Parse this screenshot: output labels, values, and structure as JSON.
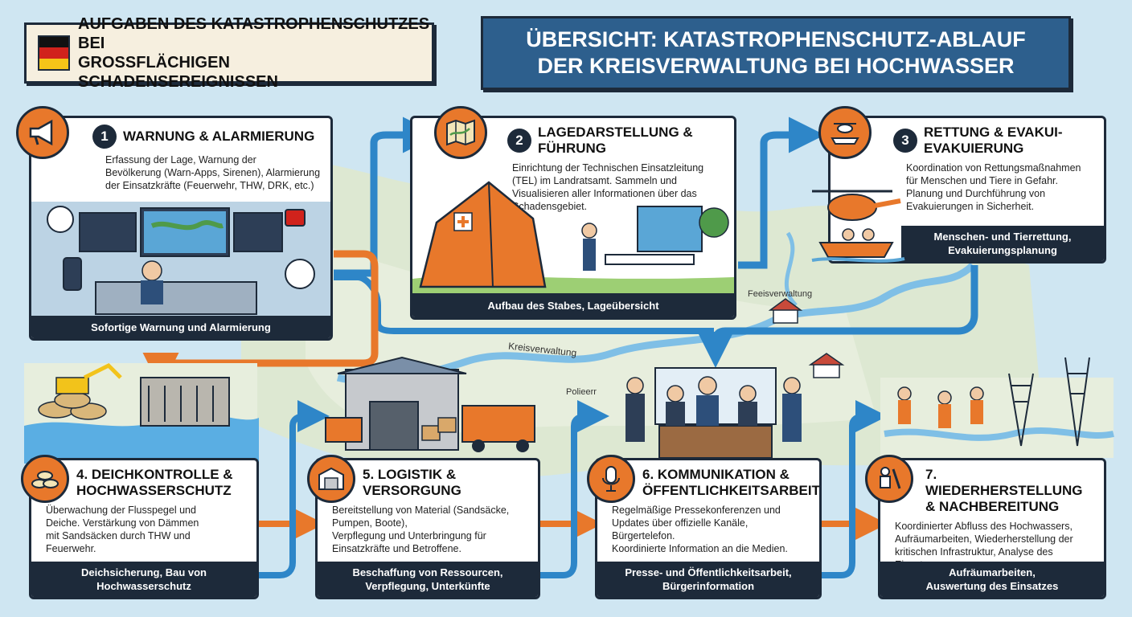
{
  "header_left": {
    "line1": "AUFGABEN DES KATASTROPHENSCHUTZES BEI",
    "line2": "GROSSFLÄCHIGEN SCHADENSEREIGNISSEN"
  },
  "header_right": {
    "line1": "ÜBERSICHT: KATASTROPHENSCHUTZ-ABLAUF",
    "line2": "DER KREISVERWALTUNG BEI HOCHWASSER"
  },
  "colors": {
    "navy": "#1d2a3a",
    "orange": "#e8782b",
    "blue": "#2e86c8",
    "banner_blue": "#2d5f8d"
  },
  "map_labels": {
    "feeisverwaltung": "Feeisverwaltung",
    "kreisverwaltung": "Kreisverwaltung",
    "polieerr": "Polieerr"
  },
  "steps": [
    {
      "num": "1",
      "icon": "megaphone-icon",
      "title_lines": [
        "WARNUNG & ALARMIERUNG"
      ],
      "desc": [
        "Erfassung der Lage, Warnung der",
        "Bevölkerung (Warn-Apps, Sirenen), Alarmierung",
        "der Einsatzkräfte (Feuerwehr, THW, DRK, etc.)"
      ],
      "footer": [
        "Sofortige Warnung und Alarmierung"
      ]
    },
    {
      "num": "2",
      "icon": "map-icon",
      "title_lines": [
        "LAGEDARSTELLUNG &",
        "FÜHRUNG"
      ],
      "desc": [
        "Einrichtung der Technischen Einsatzleitung",
        "(TEL) im Landratsamt. Sammeln und",
        "Visualisieren aller Informationen über das",
        "Schadensgebiet."
      ],
      "footer": [
        "Aufbau des Stabes, Lageübersicht"
      ]
    },
    {
      "num": "3",
      "icon": "rescue-boat-icon",
      "title_lines": [
        "RETTUNG & EVAKUI-",
        "EVAKUIERUNG"
      ],
      "desc": [
        "Koordination von Rettungsmaßnahmen",
        "für Menschen und Tiere in Gefahr.",
        "Planung und Durchführung von",
        "Evakuierungen in Sicherheit."
      ],
      "footer": [
        "Menschen- und Tierrettung,",
        "Evakuierungsplanung"
      ]
    },
    {
      "num": "4",
      "icon": "sandbag-icon",
      "title_lines": [
        "4. DEICHKONTROLLE &",
        "HOCHWASSERSCHUTZ"
      ],
      "desc": [
        "Überwachung der Flusspegel und",
        "Deiche. Verstärkung von Dämmen",
        "mit Sandsäcken durch THW und",
        "Feuerwehr."
      ],
      "footer": [
        "Deichsicherung, Bau von",
        "Hochwasserschutz"
      ]
    },
    {
      "num": "5",
      "icon": "warehouse-icon",
      "title_lines": [
        "5. LOGISTIK &",
        "VERSORGUNG"
      ],
      "desc": [
        "Bereitstellung von Material (Sandsäcke,",
        "Pumpen, Boote),",
        "Verpflegung und Unterbringung für",
        "Einsatzkräfte und Betroffene."
      ],
      "footer": [
        "Beschaffung von Ressourcen,",
        "Verpflegung, Unterkünfte"
      ]
    },
    {
      "num": "6",
      "icon": "microphone-icon",
      "title_lines": [
        "6. KOMMUNIKATION &",
        "ÖFFENTLICHKEITSARBEIT"
      ],
      "desc": [
        "Regelmäßige Pressekonferenzen und",
        "Updates über offizielle Kanäle,",
        "Bürgertelefon.",
        "Koordinierte Information an die Medien."
      ],
      "footer": [
        "Presse- und Öffentlichkeitsarbeit,",
        "Bürgerinformation"
      ]
    },
    {
      "num": "7",
      "icon": "repair-worker-icon",
      "title_lines": [
        "7. WIEDERHERSTELLUNG",
        "& NACHBEREITUNG"
      ],
      "desc": [
        "Koordinierter Abfluss des Hochwassers,",
        "Aufräumarbeiten, Wiederherstellung der",
        "kritischen Infrastruktur, Analyse des",
        "Einsatzes."
      ],
      "footer": [
        "Aufräumarbeiten,",
        "Auswertung des Einsatzes"
      ]
    }
  ]
}
